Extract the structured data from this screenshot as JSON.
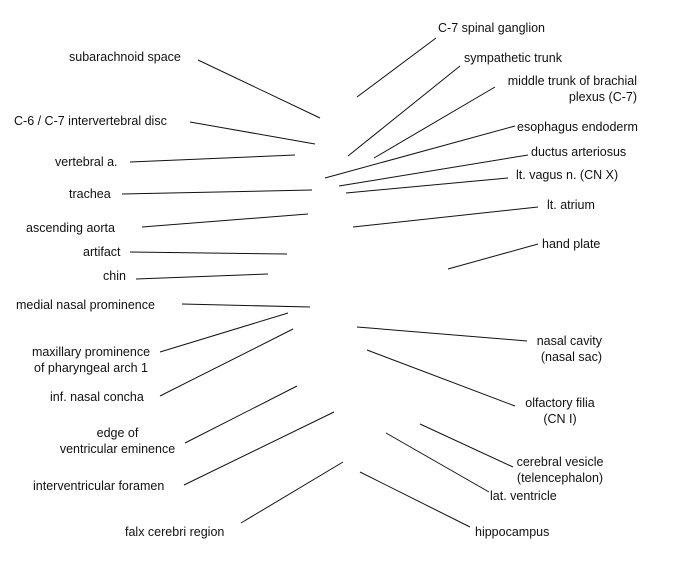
{
  "labels": {
    "subarachnoid_space": "subarachnoid space",
    "c6_c7_disc": "C-6 / C-7 intervertebral disc",
    "vertebral_a": "vertebral a.",
    "trachea": "trachea",
    "ascending_aorta": "ascending aorta",
    "artifact": "artifact",
    "chin": "chin",
    "medial_nasal_prominence": "medial nasal prominence",
    "maxillary_prominence_1": "maxillary prominence",
    "maxillary_prominence_2": "of pharyngeal arch 1",
    "inf_nasal_concha": "inf. nasal concha",
    "edge_ventricular_1": "edge of",
    "edge_ventricular_2": "ventricular eminence",
    "interventricular_foramen": "interventricular foramen",
    "falx_cerebri_region": "falx cerebri region",
    "c7_spinal_ganglion": "C-7 spinal ganglion",
    "sympathetic_trunk": "sympathetic trunk",
    "middle_trunk_1": "middle trunk of brachial",
    "middle_trunk_2": "plexus (C-7)",
    "esophagus_endoderm": "esophagus endoderm",
    "ductus_arteriosus": "ductus arteriosus",
    "lt_vagus_n": "lt. vagus n. (CN X)",
    "lt_atrium": "lt. atrium",
    "hand_plate": "hand plate",
    "nasal_cavity_1": "nasal cavity",
    "nasal_cavity_2": "(nasal sac)",
    "olfactory_filia_1": "olfactory filia",
    "olfactory_filia_2": "(CN I)",
    "cerebral_vesicle_1": "cerebral vesicle",
    "cerebral_vesicle_2": "(telencephalon)",
    "lat_ventricle": "lat. ventricle",
    "hippocampus": "hippocampus"
  },
  "colors": {
    "text": "#111111",
    "leader_line": "#111111",
    "background": "#ffffff"
  }
}
